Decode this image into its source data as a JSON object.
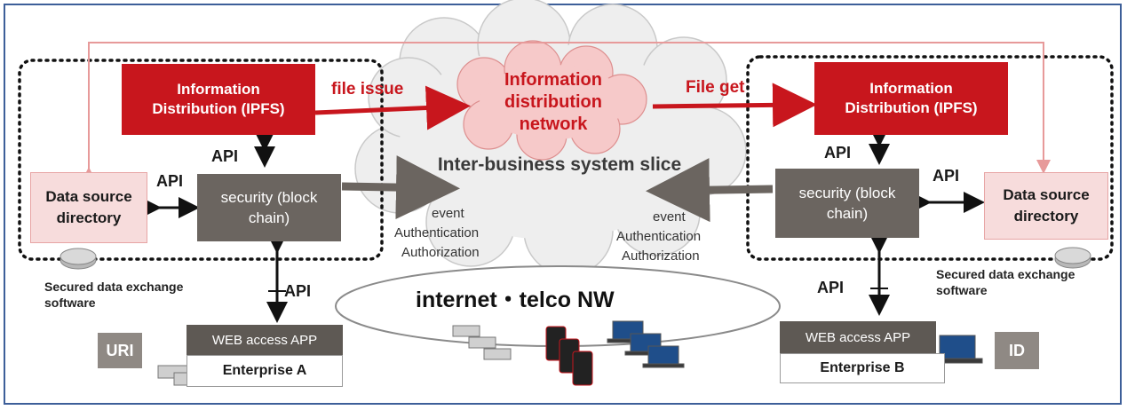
{
  "left": {
    "info_dist": "Information Distribution (IPFS)",
    "security": "security (block chain)",
    "data_source": "Data source directory",
    "secured_sw": "Secured data exchange software",
    "web_app": "WEB access APP",
    "enterprise": "Enterprise A",
    "tag": "URI",
    "api_top": "API",
    "api_side": "API",
    "api_bottom": "API",
    "flow_label": "file issue",
    "event": "event",
    "auth": "Authentication",
    "authz": "Authorization"
  },
  "right": {
    "info_dist": "Information Distribution (IPFS)",
    "security": "security (block chain)",
    "data_source": "Data source directory",
    "secured_sw": "Secured data exchange software",
    "web_app": "WEB access APP",
    "enterprise": "Enterprise B",
    "tag": "ID",
    "api_top": "API",
    "api_side": "API",
    "api_bottom": "API",
    "flow_label": "File get",
    "event": "event",
    "auth": "Authentication",
    "authz": "Authorization"
  },
  "center": {
    "network": "Information distribution network",
    "slice": "Inter-business system slice",
    "internet": "internet・telco NW"
  },
  "colors": {
    "red": "#c8161d",
    "gray": "#6b6560",
    "pink": "#f7dcdc",
    "frame": "#3d5f99"
  }
}
